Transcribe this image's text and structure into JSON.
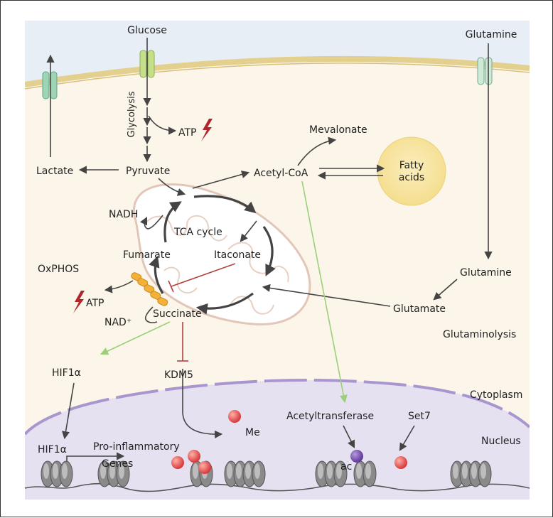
{
  "labels": {
    "glucose": "Glucose",
    "glutamine_top": "Glutamine",
    "glycolysis": "Glycolysis",
    "atp_top": "ATP",
    "lactate": "Lactate",
    "pyruvate": "Pyruvate",
    "mevalonate": "Mevalonate",
    "acetyl_coa": "Acetyl-CoA",
    "fatty_acids_line1": "Fatty",
    "fatty_acids_line2": "acids",
    "nadh": "NADH",
    "tca_cycle": "TCA cycle",
    "fumarate": "Fumarate",
    "itaconate": "Itaconate",
    "oxphos": "OxPHOS",
    "atp_left": "ATP",
    "nad_plus": "NAD⁺",
    "succinate": "Succinate",
    "glutamine_mid": "Glutamine",
    "glutamate": "Glutamate",
    "glutaminolysis": "Glutaminolysis",
    "hif1a_cyto": "HIF1α",
    "kdm5": "KDM5",
    "cytoplasm": "Cytoplasm",
    "me": "Me",
    "acetyltransferase": "Acetyltransferase",
    "set7": "Set7",
    "hif1a_nuc": "HIF1α",
    "pro_inflammatory": "Pro-inflammatory",
    "genes": "Genes",
    "ac": "ac",
    "nucleus": "Nucleus"
  },
  "colors": {
    "cytoplasm_bg": "#fbf6e9",
    "extracellular_bg": "#e8eef6",
    "membrane": "#e3cf8e",
    "nucleus_bg": "#e6e1f1",
    "nuclear_envelope": "#a996cf",
    "mitochondrion_fill": "#ffffff",
    "mitochondrion_edge": "#e2c6b8",
    "transporter_green": "#c5de8a",
    "transporter_teal": "#9fd3b6",
    "atp_bolt": "#b0262c",
    "complex_orange": "#f3b13a",
    "inhibition_red": "#b44141",
    "activation_green": "#9ccf7a",
    "arrow_grey": "#444444",
    "methyl_red": "#e24e4e",
    "acetyl_purple": "#7a4fb4",
    "fatty_acid_yellow": "#f8e7a4"
  }
}
